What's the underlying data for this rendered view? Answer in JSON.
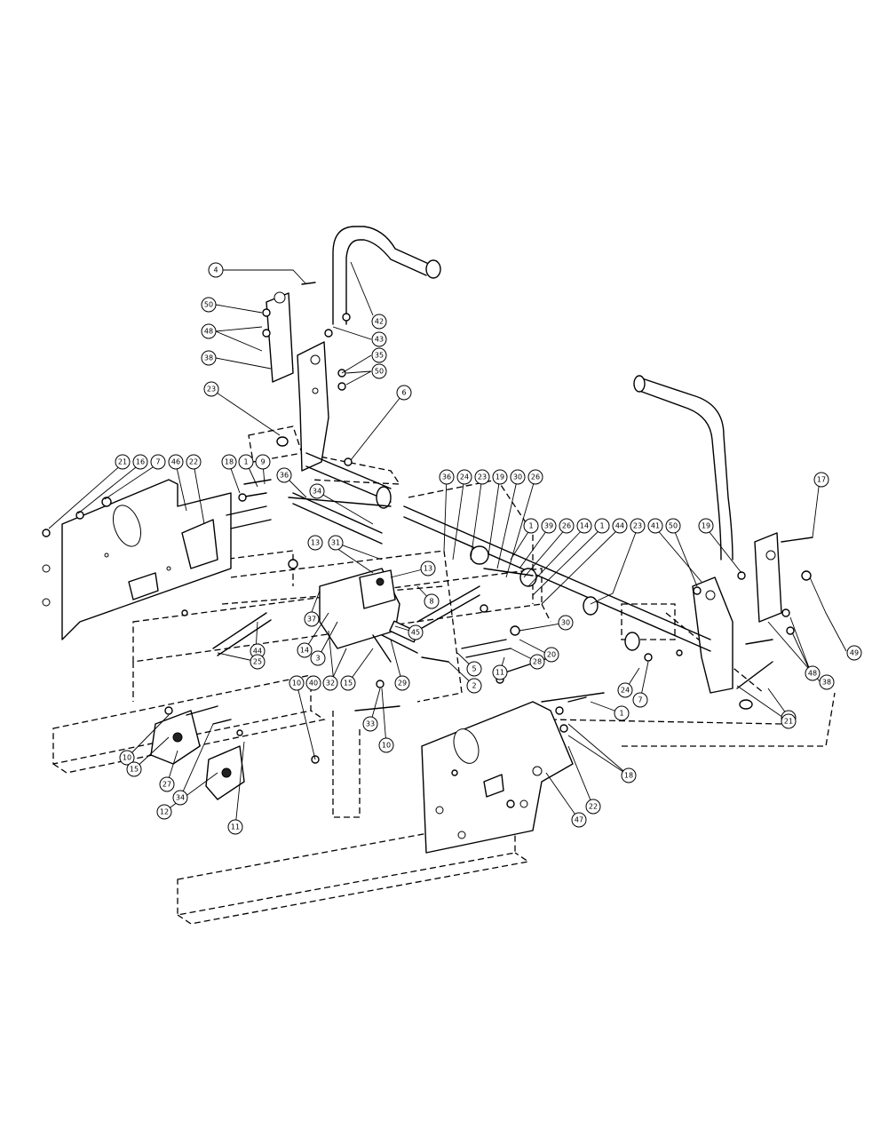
{
  "callouts": [
    {
      "label": "4"
    },
    {
      "label": "50"
    },
    {
      "label": "48"
    },
    {
      "label": "38"
    },
    {
      "label": "42"
    },
    {
      "label": "43"
    },
    {
      "label": "35"
    },
    {
      "label": "50"
    },
    {
      "label": "23"
    },
    {
      "label": "6"
    },
    {
      "label": "21"
    },
    {
      "label": "16"
    },
    {
      "label": "7"
    },
    {
      "label": "46"
    },
    {
      "label": "22"
    },
    {
      "label": "18"
    },
    {
      "label": "1"
    },
    {
      "label": "9"
    },
    {
      "label": "36"
    },
    {
      "label": "34"
    },
    {
      "label": "36"
    },
    {
      "label": "24"
    },
    {
      "label": "23"
    },
    {
      "label": "19"
    },
    {
      "label": "30"
    },
    {
      "label": "26"
    },
    {
      "label": "17"
    },
    {
      "label": "1"
    },
    {
      "label": "39"
    },
    {
      "label": "26"
    },
    {
      "label": "14"
    },
    {
      "label": "1"
    },
    {
      "label": "44"
    },
    {
      "label": "23"
    },
    {
      "label": "41"
    },
    {
      "label": "50"
    },
    {
      "label": "19"
    },
    {
      "label": "13"
    },
    {
      "label": "31"
    },
    {
      "label": "13"
    },
    {
      "label": "49"
    },
    {
      "label": "48"
    },
    {
      "label": "38"
    },
    {
      "label": "8"
    },
    {
      "label": "21"
    },
    {
      "label": "37"
    },
    {
      "label": "14"
    },
    {
      "label": "3"
    },
    {
      "label": "8"
    },
    {
      "label": "45"
    },
    {
      "label": "30"
    },
    {
      "label": "20"
    },
    {
      "label": "28"
    },
    {
      "label": "5"
    },
    {
      "label": "11"
    },
    {
      "label": "2"
    },
    {
      "label": "44"
    },
    {
      "label": "25"
    },
    {
      "label": "24"
    },
    {
      "label": "7"
    },
    {
      "label": "1"
    },
    {
      "label": "10"
    },
    {
      "label": "40"
    },
    {
      "label": "32"
    },
    {
      "label": "15"
    },
    {
      "label": "33"
    },
    {
      "label": "10"
    },
    {
      "label": "29"
    },
    {
      "label": "10"
    },
    {
      "label": "15"
    },
    {
      "label": "27"
    },
    {
      "label": "34"
    },
    {
      "label": "12"
    },
    {
      "label": "11"
    },
    {
      "label": "18"
    },
    {
      "label": "22"
    },
    {
      "label": "47"
    }
  ]
}
